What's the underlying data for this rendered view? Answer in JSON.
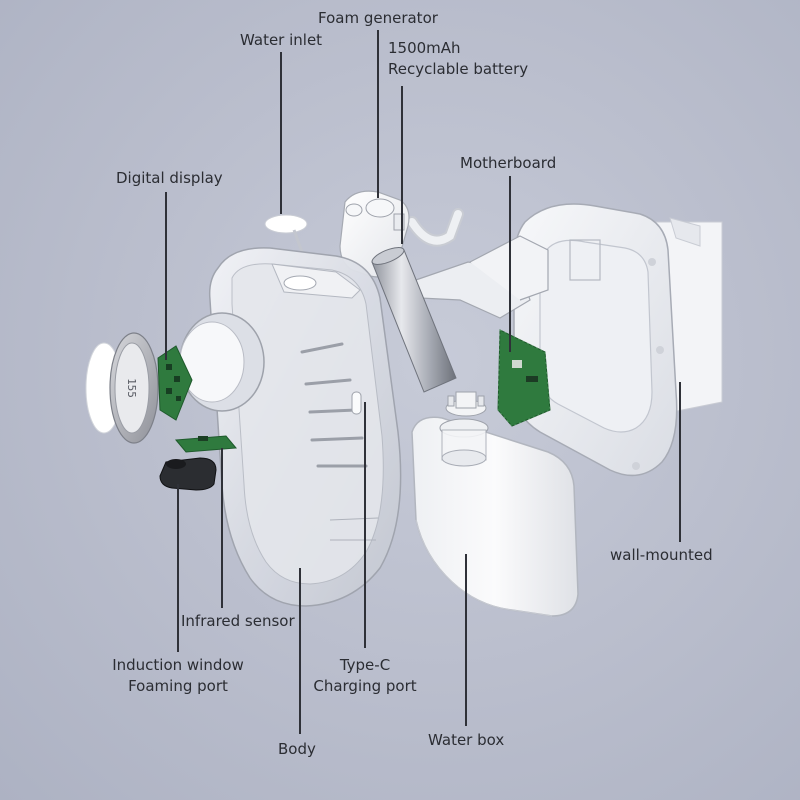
{
  "labels": {
    "foam_generator": "Foam generator",
    "water_inlet": "Water inlet",
    "battery_line1": "1500mAh",
    "battery_line2": "Recyclable battery",
    "motherboard": "Motherboard",
    "digital_display": "Digital display",
    "wall_mounted": "wall-mounted",
    "infrared_sensor": "Infrared sensor",
    "induction_line1": "Induction window",
    "induction_line2": "Foaming port",
    "typec_line1": "Type-C",
    "typec_line2": "Charging port",
    "body": "Body",
    "water_box": "Water box"
  },
  "display_readout": "155",
  "colors": {
    "background": "#b9bdcc",
    "leader_line": "#2f3138",
    "pcb_green": "#2f7a3e",
    "text": "#2b2d33"
  }
}
